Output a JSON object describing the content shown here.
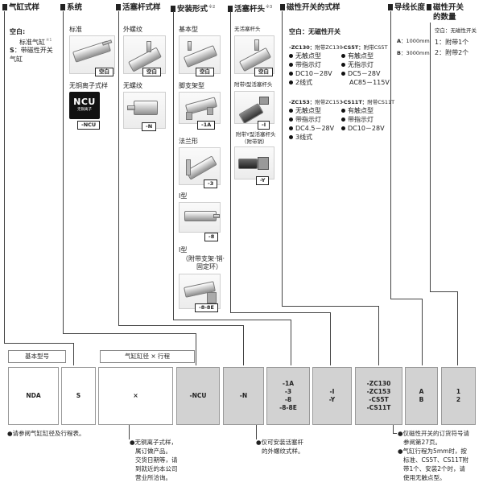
{
  "headers": {
    "h1": "气缸式样",
    "h2": "系统",
    "h3": "活塞杆式样",
    "h4": "安装形式",
    "h4_note": "※2",
    "h5": "活塞杆头",
    "h5_note": "※3",
    "h6": "磁性开关的式样",
    "h7": "导线长度",
    "h8_line1": "磁性开关",
    "h8_line2": "的数量"
  },
  "col1": {
    "blank_label": "空白:",
    "blank_desc": "标准气缸",
    "blank_note": "※1",
    "s_label": "S",
    "s_desc1": "：带磁性开关",
    "s_desc2": "气缸"
  },
  "col2": {
    "standard_label": "标准",
    "standard_tag": "空白",
    "ncu_label": "无铜离子式样",
    "ncu_logo": "NCU",
    "ncu_logo_sub": "无铜离子",
    "ncu_tag": "-NCU"
  },
  "col3": {
    "thread_label": "外螺纹",
    "thread_tag": "空白",
    "nothread_label": "无螺纹",
    "nothread_tag": "-N"
  },
  "col4": {
    "basic_label": "基本型",
    "basic_tag": "空白",
    "foot_label": "脚支架型",
    "foot_tag": "-1A",
    "flange_label": "法兰形",
    "flange_tag": "-3",
    "i_label": "I型",
    "i_tag": "-8",
    "i2_label": "I型",
    "i2_note1": "（附带支架·销·",
    "i2_note2": "固定环）",
    "i2_tag": "-8-8E"
  },
  "col5": {
    "none_label": "无活塞杆头",
    "none_tag": "空白",
    "i_label": "附带I型活塞杆头",
    "i_tag": "-I",
    "y_label1": "附带Y型活塞杆头",
    "y_label2": "（附带销）",
    "y_tag": "-Y"
  },
  "col6": {
    "blank_line": "空白：无磁性开关",
    "zc130": {
      "title": "-ZC130：",
      "sub": "附带ZC130",
      "items": [
        "无触点型",
        "带指示灯",
        "DC10－28V",
        "2线式"
      ]
    },
    "cs5t": {
      "title": "-CS5T：",
      "sub": "附带CS5T",
      "items": [
        "有触点型",
        "无指示灯",
        "DC5－28V"
      ],
      "extra": "AC85－115V"
    },
    "zc153": {
      "title": "-ZC153：",
      "sub": "附带ZC153",
      "items": [
        "无触点型",
        "带指示灯",
        "DC4.5－28V",
        "3线式"
      ]
    },
    "cs11t": {
      "title": "-CS11T：",
      "sub": "附带CS11T",
      "items": [
        "有触点型",
        "带指示灯",
        "DC10－28V"
      ]
    }
  },
  "col7": {
    "a_label": "A",
    "a_value": "1000mm",
    "b_label": "B",
    "b_value": "3000mm"
  },
  "col8": {
    "blank_line": "空白：无磁性开关",
    "one": "1：附带1个",
    "two": "2：附带2个"
  },
  "order_labels": {
    "basic_model": "基本型号",
    "bore_stroke": "气缸缸径 × 行程"
  },
  "order_boxes": [
    {
      "text": "NDA"
    },
    {
      "text": "S"
    },
    {
      "text": "×"
    },
    {
      "text": "-NCU"
    },
    {
      "text": "-N"
    },
    {
      "text": "-1A\n-3\n-8\n-8-8E"
    },
    {
      "text": "-I\n-Y"
    },
    {
      "text": "-ZC130\n-ZC153\n-CS5T\n-CS11T"
    },
    {
      "text": "A\nB"
    },
    {
      "text": "1\n2"
    }
  ],
  "notes": {
    "n1": "●请参阅气缸缸径及行程表。",
    "n2_lines": [
      "●无铜离子式样，",
      "属订做产品。",
      "交货日期等，请",
      "到就近的本公司",
      "营业所洽询。"
    ],
    "n3_lines": [
      "●仅可安装活塞杆",
      "的外螺纹式样。"
    ],
    "n4_lines": [
      "●仅磁性开关的订货符号请",
      "参阅第27页。",
      "●气缸行程为5mm时，按",
      "标准、CS5T、CS11T附",
      "带1个、安装2个时，请",
      "使用无触点型。"
    ]
  }
}
